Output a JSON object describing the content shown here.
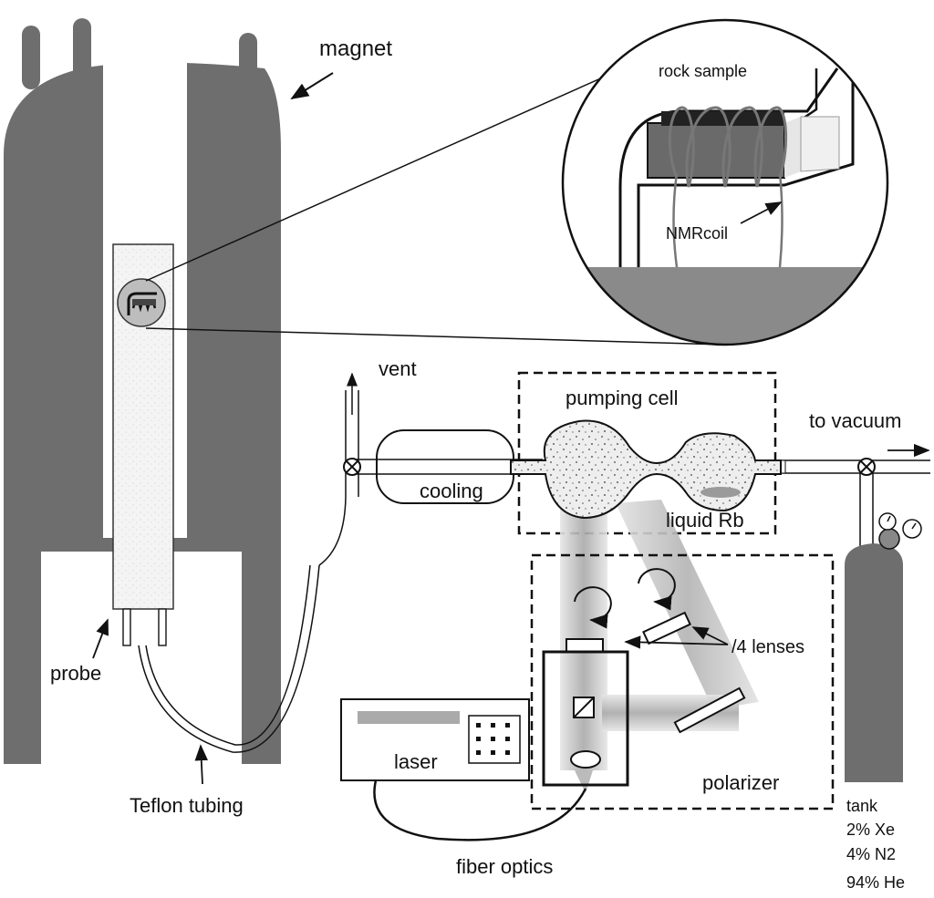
{
  "labels": {
    "magnet": "magnet",
    "rock_sample": "rock sample",
    "nmr_coil": "NMRcoil",
    "vent": "vent",
    "pumping_cell": "pumping cell",
    "to_vacuum": "to vacuum",
    "cooling": "cooling",
    "liquid_rb": "liquid Rb",
    "lenses": "/4 lenses",
    "probe": "probe",
    "laser": "laser",
    "polarizer": "polarizer",
    "teflon_tubing": "Teflon tubing",
    "fiber_optics": "fiber optics"
  },
  "tank": {
    "title": "tank",
    "lines": [
      "2% Xe",
      "4% N2",
      "94% He"
    ]
  },
  "colors": {
    "magnet_gray": "#6e6e6e",
    "line": "#111111",
    "beam": "#bdbdbd",
    "sample_dark": "#555555"
  }
}
